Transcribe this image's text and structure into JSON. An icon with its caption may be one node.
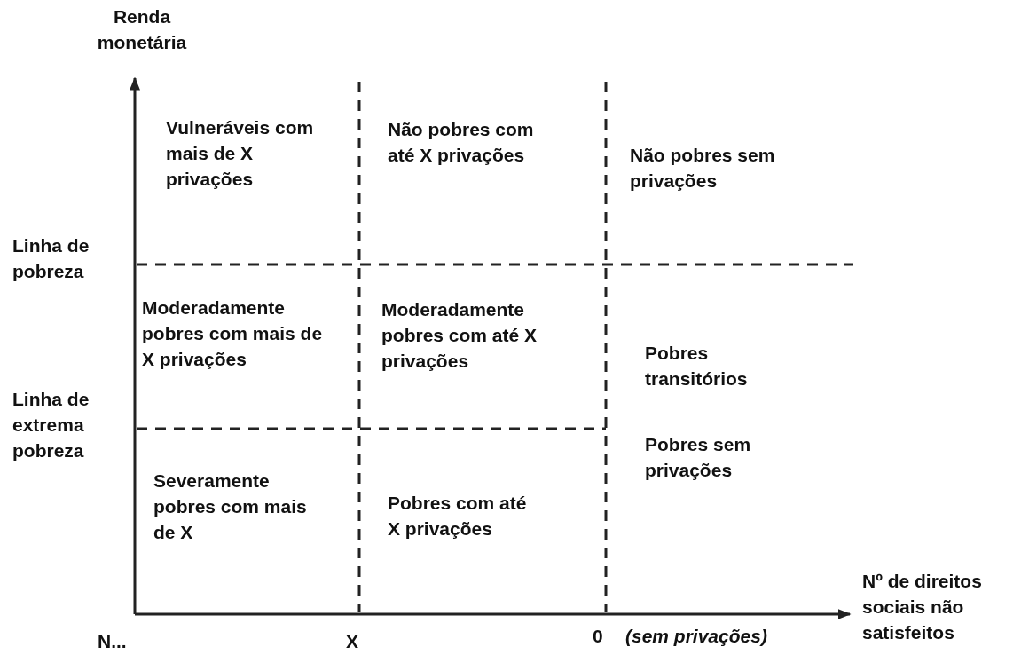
{
  "diagram": {
    "labels": [
      "Renda monetária",
      "Vulneráveis com mais de X privações",
      "Não pobres com até X privações",
      "Não pobres sem privações",
      "Linha de pobreza",
      "Moderadamente pobres com mais de X privações",
      "Moderadamente pobres com até X privações",
      "Pobres transitórios",
      "Linha de extrema pobreza",
      "Pobres sem privações",
      "Severamente pobres com mais de X",
      "Pobres com até X privações",
      "Nº de direitos sociais não satisfeitos",
      "N...",
      "X",
      "0",
      "(sem privações)"
    ]
  }
}
